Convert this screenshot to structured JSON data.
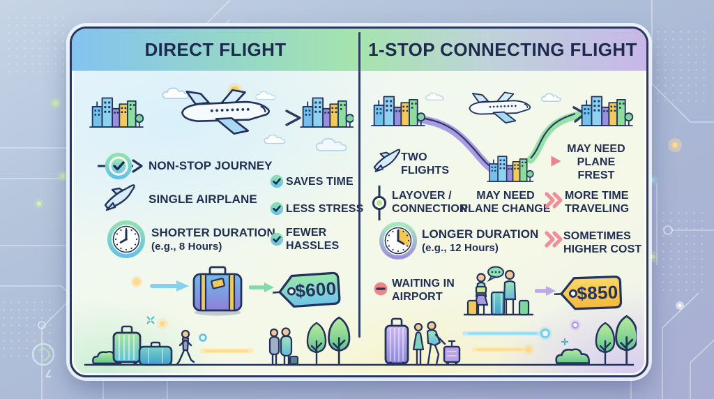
{
  "card": {
    "left": {
      "title": "DIRECT FLIGHT",
      "features": {
        "nonstop": "NON-STOP JOURNEY",
        "airplane": "SINGLE AIRPLANE",
        "duration": "SHORTER DURATION",
        "duration_example": "(e.g., 8 Hours)"
      },
      "benefits": {
        "time": "SAVES TIME",
        "stress": "LESS STRESS",
        "hassles": "FEWER HASSLES"
      },
      "price": "$600"
    },
    "right": {
      "title": "1-STOP CONNECTING FLIGHT",
      "features": {
        "two_flights": "TWO FLIGHTS",
        "plane_rest": "MAY NEED PLANE FREST",
        "layover": "LAYOVER / CONNECTION",
        "plane_change": "MAY NEED PLANE CHANGE",
        "more_time": "MORE TIME TRAVELING",
        "duration": "LONGER DURATION",
        "duration_example": "(e.g., 12 Hours)",
        "higher_cost": "SOMETIMES HIGHER COST",
        "waiting": "WAITING IN AIRPORT"
      },
      "price": "$850"
    }
  },
  "icons": {
    "nonstop_journey": "circle-check-with-through-arrow",
    "single_airplane": "jet-plane",
    "two_flights": "jet-plane",
    "duration_clock": "analog-clock",
    "benefit_check": "check-circle",
    "plane_rest_marker": "pink-triangle",
    "layover_connection": "route-node",
    "more_time_marker": "double-chevron",
    "higher_cost_marker": "double-chevron",
    "waiting_marker": "minus-circle",
    "price_tag": "price-tag"
  },
  "colors": {
    "navy_outline": "#22325a",
    "header_blue": "#84c3ef",
    "header_green": "#a6e4ad",
    "header_purple": "#c7b7e9",
    "check_green_top": "#92e2ad",
    "check_blue_bottom": "#64c1e8",
    "pink_marker": "#f2808b",
    "route_purple": "#a99ce4",
    "route_green": "#96e2a4",
    "tag_green_blue": "#9ce9a7",
    "tag_yellow": "#fdd765"
  }
}
